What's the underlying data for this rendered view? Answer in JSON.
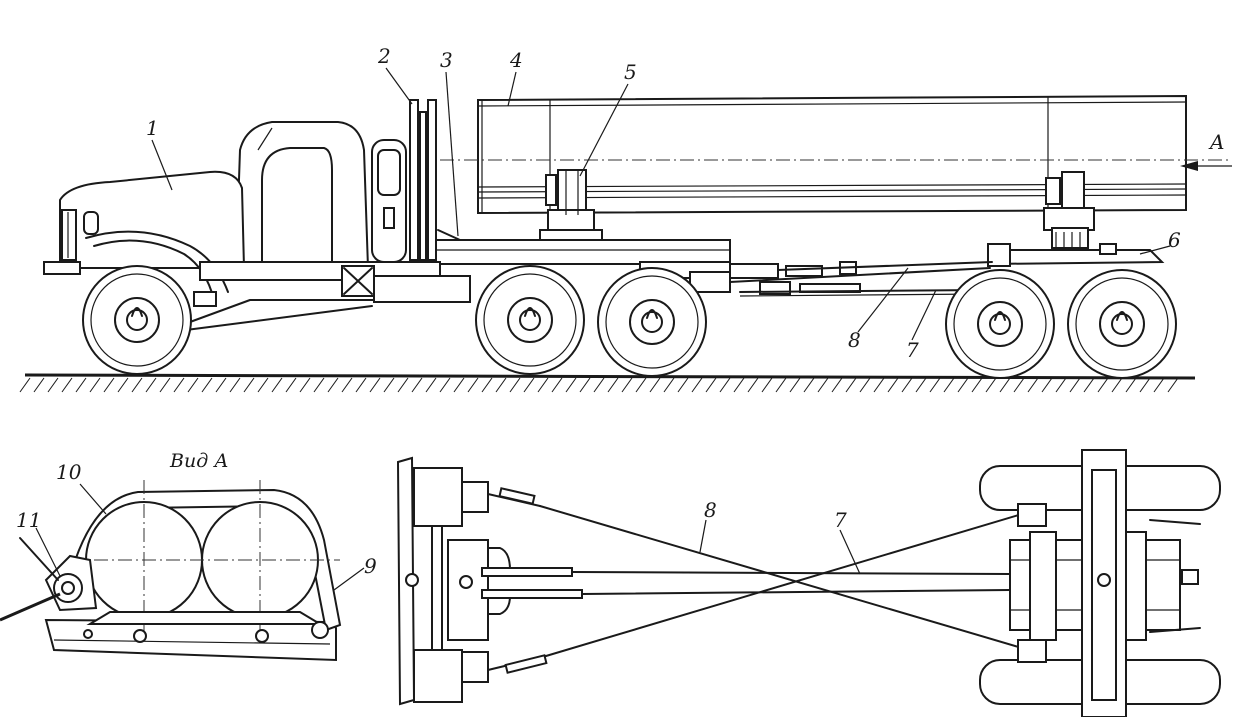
{
  "labels": {
    "n1": "1",
    "n2": "2",
    "n3": "3",
    "n4": "4",
    "n5": "5",
    "n6": "6",
    "n7_top": "7",
    "n8_top": "8",
    "arrow_a": "A",
    "view_a": "Вид А",
    "n10": "10",
    "n11": "11",
    "n9": "9",
    "n8_plan": "8",
    "n7_plan": "7"
  }
}
